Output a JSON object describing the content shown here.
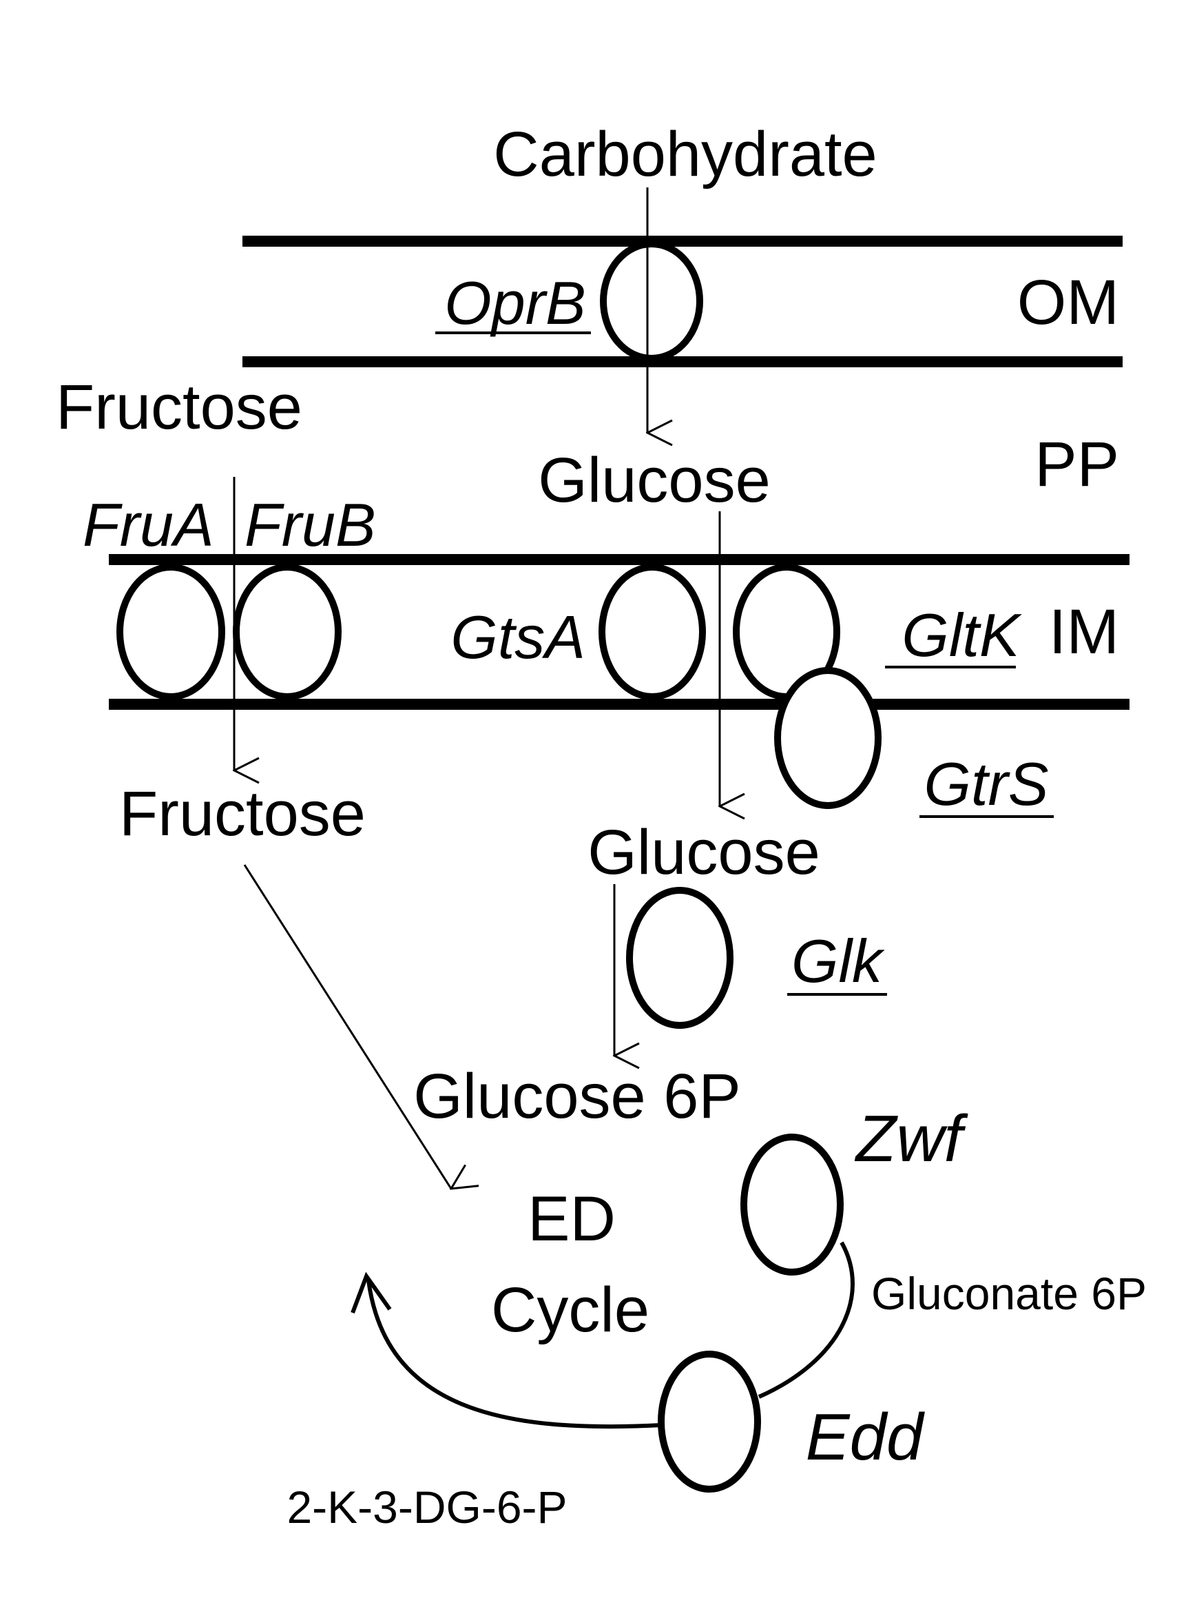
{
  "metabolites": {
    "carbohydrate": "Carbohydrate",
    "fructose_out": "Fructose",
    "glucose_pp": "Glucose",
    "fructose_in": "Fructose",
    "glucose_in": "Glucose",
    "glucose_6p": "Glucose 6P",
    "gluconate_6p": "Gluconate 6P",
    "kdpg": "2-K-3-DG-6-P"
  },
  "compartments": {
    "outer_membrane": "OM",
    "periplasm": "PP",
    "inner_membrane": "IM"
  },
  "proteins": {
    "oprb": "OprB",
    "frua": "FruA",
    "frub": "FruB",
    "gtsa": "GtsA",
    "gltk": "GltK",
    "gtrs": "GtrS",
    "glk": "Glk",
    "zwf": "Zwf",
    "edd": "Edd"
  },
  "pathway": {
    "line1": "ED",
    "line2": "Cycle"
  }
}
